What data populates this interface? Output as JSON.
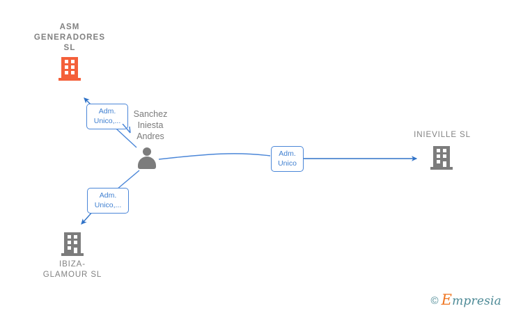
{
  "diagram": {
    "background_color": "#ffffff",
    "accent_blue": "#4a86d8",
    "company_orange": "#f4603a",
    "company_gray": "#7c7c7c"
  },
  "nodes": {
    "asm": {
      "title": "ASM\nGENERADORES\nSL",
      "icon": "building-icon",
      "color": "#f4603a"
    },
    "person": {
      "name": "Sanchez\nIniesta\nAndres",
      "icon": "person-icon",
      "color": "#7c7c7c"
    },
    "inieville": {
      "title": "INIEVILLE  SL",
      "icon": "building-icon",
      "color": "#7c7c7c"
    },
    "ibiza": {
      "title": "IBIZA-\nGLAMOUR  SL",
      "icon": "building-icon",
      "color": "#7c7c7c"
    }
  },
  "edges": [
    {
      "id": "person-to-asm",
      "label": "Adm.\nUnico,...",
      "from": "person",
      "to": "asm"
    },
    {
      "id": "person-to-inieville",
      "label": "Adm.\nUnico",
      "from": "person",
      "to": "inieville"
    },
    {
      "id": "person-to-ibiza",
      "label": "Adm.\nUnico,...",
      "from": "person",
      "to": "ibiza"
    }
  ],
  "watermark": {
    "copyright": "©",
    "brand_initial": "E",
    "brand_rest": "mpresia"
  }
}
